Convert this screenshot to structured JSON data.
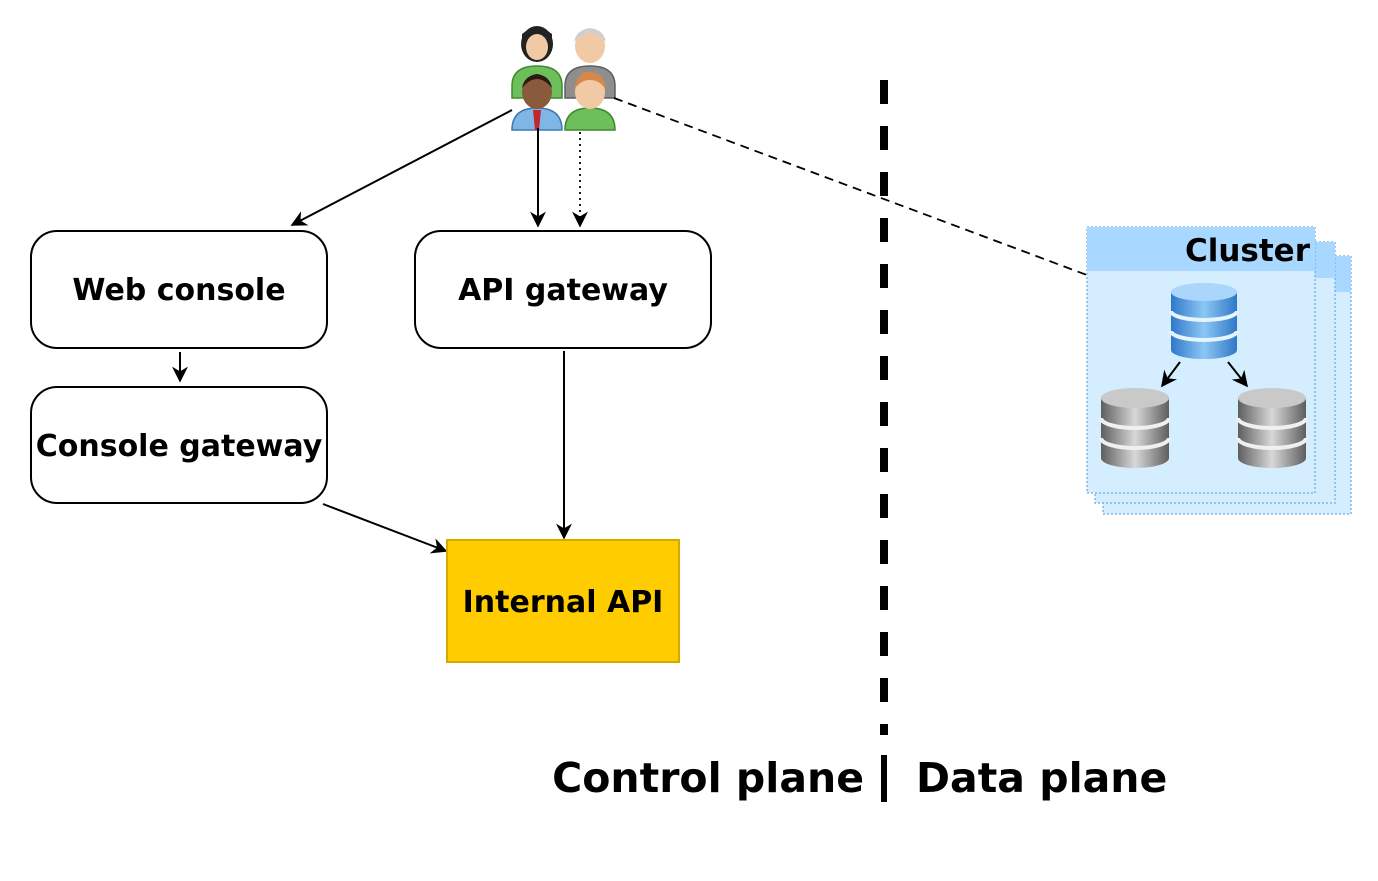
{
  "nodes": {
    "web_console": "Web console",
    "api_gateway": "API gateway",
    "console_gateway": "Console gateway",
    "internal_api": "Internal API"
  },
  "cluster": {
    "label": "Cluster"
  },
  "planes": {
    "control": "Control plane",
    "data": "Data plane"
  },
  "icons": {
    "users": "users-group-icon",
    "primary_db": "primary-database-icon",
    "replica_db": "replica-database-icon"
  },
  "colors": {
    "internal_api_fill": "#FFCC00",
    "cluster_header": "#A8D8FF",
    "cluster_body": "#D4EEFF",
    "primary_db": "#4A90D9",
    "replica_db": "#8A8A8A"
  }
}
